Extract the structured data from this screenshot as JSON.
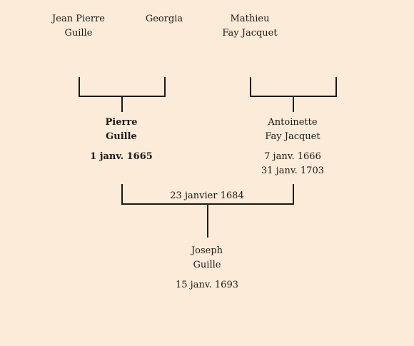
{
  "tree": {
    "grandparents": [
      {
        "first": "Jean Pierre",
        "last": "Guille"
      },
      {
        "first": "Georgia",
        "last": ""
      },
      {
        "first": "Mathieu",
        "last": "Fay Jacquet"
      }
    ],
    "father": {
      "first": "Pierre",
      "last": "Guille",
      "birth": "1 janv. 1665",
      "death": ""
    },
    "mother": {
      "first": "Antoinette",
      "last": "Fay Jacquet",
      "birth": "7 janv. 1666",
      "death": "31 janv. 1703"
    },
    "marriage_date": "23 janvier 1684",
    "child": {
      "first": "Joseph",
      "last": "Guille",
      "birth": "15 janv. 1693"
    }
  }
}
